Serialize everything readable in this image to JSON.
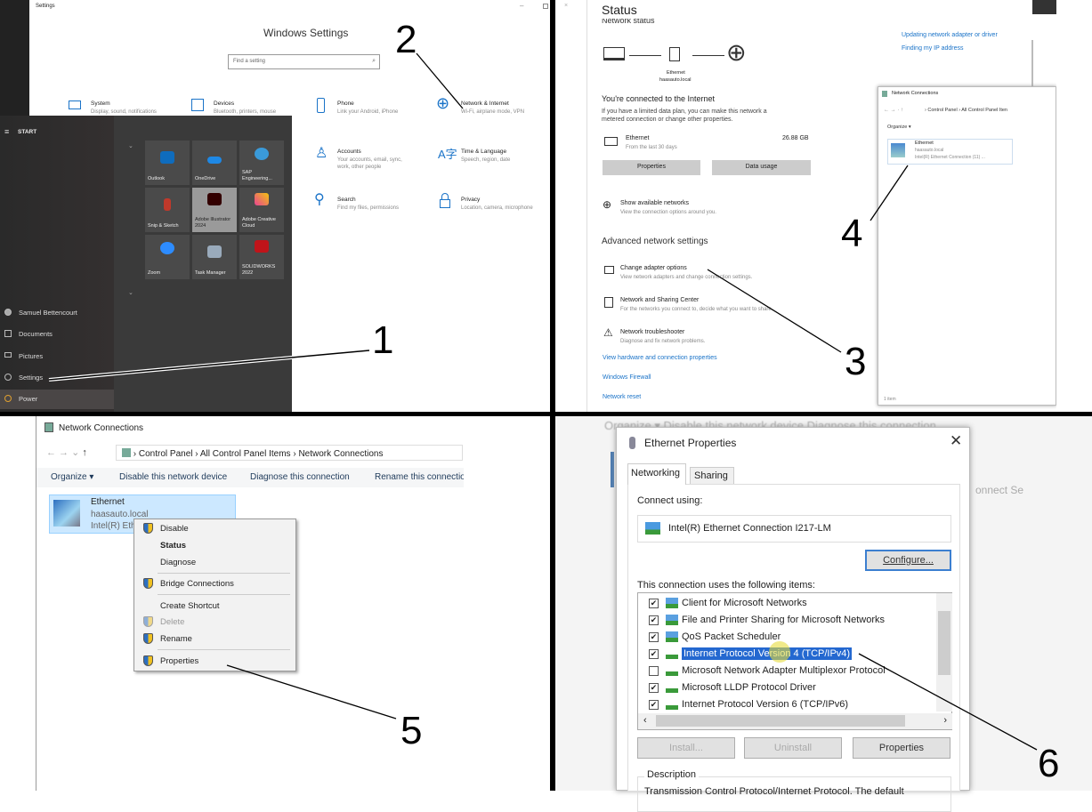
{
  "annotations": [
    "1",
    "2",
    "3",
    "4",
    "5",
    "6"
  ],
  "settings": {
    "window_title": "Settings",
    "heading": "Windows Settings",
    "search_placeholder": "Find a setting",
    "items": [
      {
        "title": "System",
        "desc": "Display, sound, notifications"
      },
      {
        "title": "Devices",
        "desc": "Bluetooth, printers, mouse"
      },
      {
        "title": "Phone",
        "desc": "Link your Android, iPhone"
      },
      {
        "title": "Network & Internet",
        "desc": "Wi-Fi, airplane mode, VPN"
      },
      {
        "title": "Accounts",
        "desc": "Your accounts, email, sync,",
        "desc2": "work, other people"
      },
      {
        "title": "Time & Language",
        "desc": "Speech, region, date"
      },
      {
        "title": "Search",
        "desc": "Find my files, permissions"
      },
      {
        "title": "Privacy",
        "desc": "Location, camera, microphone"
      }
    ]
  },
  "start": {
    "header": "START",
    "tiles": [
      {
        "label": "Outlook",
        "color": "#0f6cbd"
      },
      {
        "label": "OneDrive",
        "color": "#1e88e5"
      },
      {
        "label": "SAP Engineering...",
        "color": "#3a9ad9"
      },
      {
        "label": "Snip & Sketch",
        "color": "#c0392b"
      },
      {
        "label": "Adobe Illustrator 2024",
        "color": "#330000"
      },
      {
        "label": "Adobe Creative Cloud",
        "color": "#e84393"
      },
      {
        "label": "Zoom",
        "color": "#2d8cff"
      },
      {
        "label": "Task Manager",
        "color": "#9ab"
      },
      {
        "label": "SOLIDWORKS 2022",
        "color": "#c0141a"
      }
    ],
    "left": [
      "Samuel Bettencourt",
      "Documents",
      "Pictures",
      "Settings",
      "Power"
    ]
  },
  "status": {
    "title": "Status",
    "network_status": "Network status",
    "adapter": "Ethernet",
    "domain": "haasauto.local",
    "connected": "You're connected to the Internet",
    "connected_desc": "If you have a limited data plan, you can make this network a",
    "connected_desc2": "metered connection or change other properties.",
    "eth_name": "Ethernet",
    "eth_period": "From the last 30 days",
    "eth_usage": "26.88 GB",
    "btn_properties": "Properties",
    "btn_data_usage": "Data usage",
    "show_networks": "Show available networks",
    "show_networks_desc": "View the connection options around you.",
    "advanced": "Advanced network settings",
    "adv_items": [
      {
        "title": "Change adapter options",
        "desc": "View network adapters and change connection settings."
      },
      {
        "title": "Network and Sharing Center",
        "desc": "For the networks you connect to, decide what you want to share."
      },
      {
        "title": "Network troubleshooter",
        "desc": "Diagnose and fix network problems."
      }
    ],
    "links": [
      "View hardware and connection properties",
      "Windows Firewall",
      "Network reset"
    ],
    "side_links": [
      "Updating network adapter or driver",
      "Finding my IP address"
    ]
  },
  "mini_nc": {
    "title": "Network Connections",
    "crumbs": [
      "Control Panel",
      "All Control Panel Iten"
    ],
    "organize": "Organize ▾",
    "item_name": "Ethernet",
    "item_domain": "haasauto.local",
    "item_adapter": "Intel(R) Ethernet Connection (11) ...",
    "status": "1 item"
  },
  "nc": {
    "title": "Network Connections",
    "crumbs": [
      "Control Panel",
      "All Control Panel Items",
      "Network Connections"
    ],
    "toolbar": [
      "Organize ▾",
      "Disable this network device",
      "Diagnose this connection",
      "Rename this connectio"
    ],
    "item_name": "Ethernet",
    "item_domain": "haasauto.local",
    "item_adapter": "Intel(R) Eth",
    "menu": [
      "Disable",
      "Status",
      "Diagnose",
      "Bridge Connections",
      "Create Shortcut",
      "Delete",
      "Rename",
      "Properties"
    ]
  },
  "props": {
    "bg_toolbar": "Organize ▾     Disable this network device     Diagnose this connection",
    "bg_text": "onnect Se",
    "title": "Ethernet Properties",
    "tabs": [
      "Networking",
      "Sharing"
    ],
    "connect_using": "Connect using:",
    "adapter": "Intel(R) Ethernet Connection I217-LM",
    "configure": "Configure...",
    "items_label": "This connection uses the following items:",
    "items": [
      {
        "label": "Client for Microsoft Networks",
        "checked": true
      },
      {
        "label": "File and Printer Sharing for Microsoft Networks",
        "checked": true
      },
      {
        "label": "QoS Packet Scheduler",
        "checked": true
      },
      {
        "label": "Internet Protocol Version 4 (TCP/IPv4)",
        "checked": true
      },
      {
        "label": "Microsoft Network Adapter Multiplexor Protocol",
        "checked": false
      },
      {
        "label": "Microsoft LLDP Protocol Driver",
        "checked": true
      },
      {
        "label": "Internet Protocol Version 6 (TCP/IPv6)",
        "checked": true
      }
    ],
    "buttons": [
      "Install...",
      "Uninstall",
      "Properties"
    ],
    "description_label": "Description",
    "description": "Transmission Control Protocol/Internet Protocol. The default"
  }
}
